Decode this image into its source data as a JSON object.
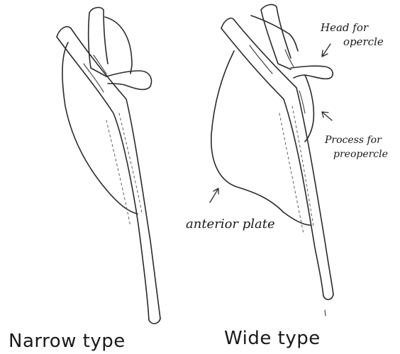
{
  "annotations": {
    "head_for_opercle_line1": "Head for",
    "head_for_opercle_line2": "opercle",
    "process_for_preopercle_line1": "Process for",
    "process_for_preopercle_line2": "preopercle",
    "anterior_plate": "anterior plate"
  },
  "captions": {
    "narrow": "Narrow type",
    "wide": "Wide type"
  }
}
